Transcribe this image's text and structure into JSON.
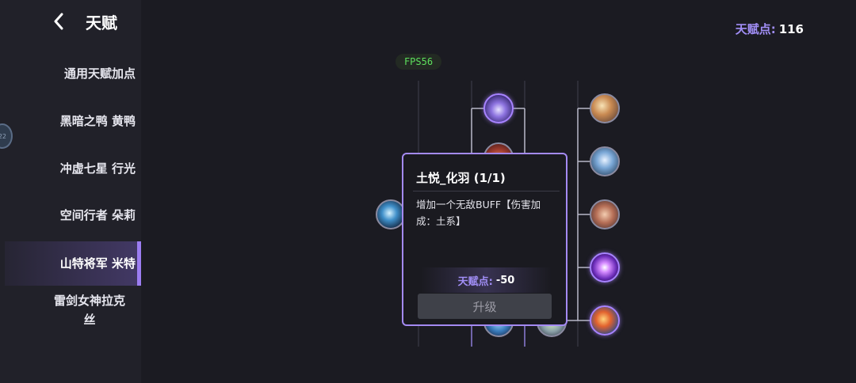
{
  "header": {
    "title": "天赋"
  },
  "sidebar": {
    "badge": "22",
    "items": [
      {
        "label": "通用天赋加点"
      },
      {
        "label": "黑暗之鸭 黄鸭"
      },
      {
        "label": "冲虚七星 行光"
      },
      {
        "label": "空间行者 朵莉"
      },
      {
        "label": "山特将军 米特",
        "active": true
      },
      {
        "label": "雷剑女神拉克丝"
      }
    ]
  },
  "talent_points": {
    "label": "天赋点:",
    "value": "116"
  },
  "fps": "FPS56",
  "popup": {
    "title": "土悦_化羽 (1/1)",
    "description": "增加一个无敌BUFF【伤害加成：土系】",
    "cost_label": "天赋点:",
    "cost_value": "-50",
    "upgrade_label": "升级"
  },
  "colors": {
    "accent": "#a18ef6",
    "active_border": "#9c7df2",
    "fps_green": "#5de05d",
    "background": "#1b1b22",
    "sidebar": "#212129"
  }
}
